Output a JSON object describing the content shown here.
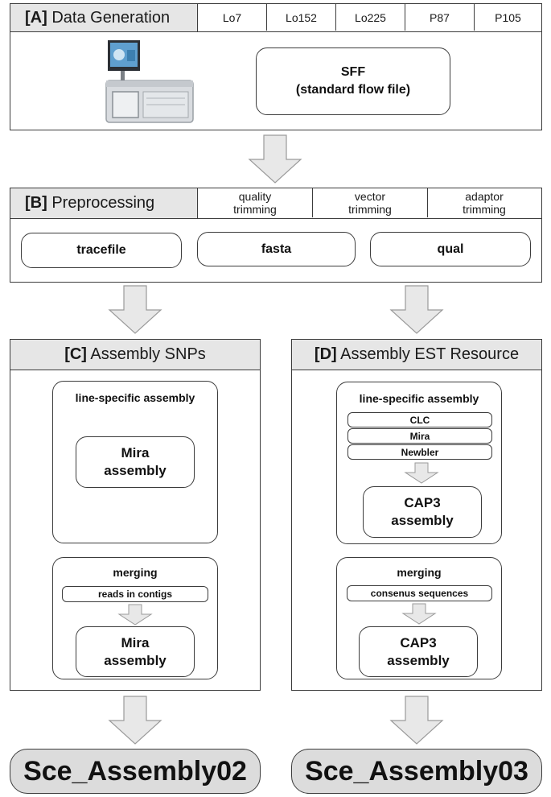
{
  "colors": {
    "border": "#3c3c3c",
    "header_fill": "#e6e6e6",
    "arrow_fill": "#e8e8e8",
    "final_fill": "#dcdcdc"
  },
  "section_a": {
    "tag": "[A]",
    "title": "Data Generation",
    "lines": [
      "Lo7",
      "Lo152",
      "Lo225",
      "P87",
      "P105"
    ],
    "output": "SFF\n(standard flow file)",
    "icon": "sequencer-machine-icon"
  },
  "section_b": {
    "tag": "[B]",
    "title": "Preprocessing",
    "steps": [
      "quality\ntrimming",
      "vector\ntrimming",
      "adaptor\ntrimming"
    ],
    "files": [
      "tracefile",
      "fasta",
      "qual"
    ]
  },
  "section_c": {
    "tag": "[C]",
    "title": "Assembly SNPs",
    "line_specific_label": "line-specific assembly",
    "line_specific_tool": "Mira\nassembly",
    "merging_label": "merging",
    "merging_input": "reads in contigs",
    "merging_tool": "Mira\nassembly"
  },
  "section_d": {
    "tag": "[D]",
    "title": "Assembly EST Resource",
    "line_specific_label": "line-specific assembly",
    "assemblers": [
      "CLC",
      "Mira",
      "Newbler"
    ],
    "line_specific_tool": "CAP3\nassembly",
    "merging_label": "merging",
    "merging_input": "consenus sequences",
    "merging_tool": "CAP3\nassembly"
  },
  "outputs": [
    "Sce_Assembly02",
    "Sce_Assembly03"
  ]
}
